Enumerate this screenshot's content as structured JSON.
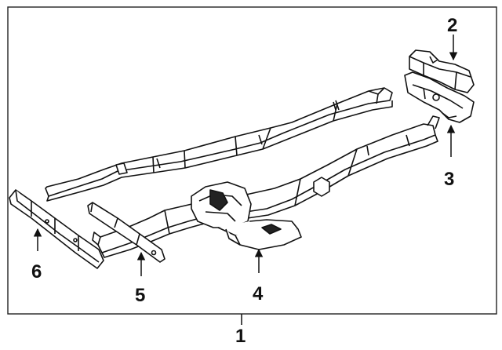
{
  "diagram": {
    "callouts": [
      {
        "id": "frame",
        "label": "1"
      },
      {
        "id": "upper-bracket",
        "label": "2"
      },
      {
        "id": "lower-bracket",
        "label": "3"
      },
      {
        "id": "skid-plate",
        "label": "4"
      },
      {
        "id": "crossmember",
        "label": "5"
      },
      {
        "id": "front-crossmember",
        "label": "6"
      }
    ]
  }
}
